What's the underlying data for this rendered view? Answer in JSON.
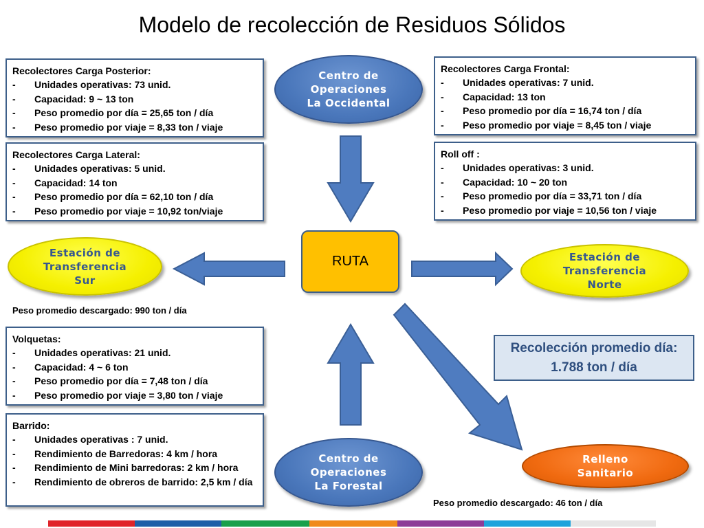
{
  "title": "Modelo de recolección de Residuos Sólidos",
  "boxes": {
    "carga_posterior": {
      "heading": "Recolectores Carga Posterior:",
      "items": [
        "Unidades operativas:  73 unid.",
        "Capacidad: 9 ~ 13 ton",
        "Peso promedio por día = 25,65 ton / día",
        "Peso promedio por viaje =  8,33 ton / viaje"
      ]
    },
    "carga_lateral": {
      "heading": "Recolectores Carga  Lateral:",
      "items": [
        "Unidades operativas:  5 unid.",
        "Capacidad: 14 ton",
        "Peso promedio por día = 62,10 ton / día",
        "Peso promedio por viaje =  10,92 ton/viaje"
      ]
    },
    "carga_frontal": {
      "heading": "Recolectores Carga  Frontal:",
      "items": [
        "Unidades operativas:  7 unid.",
        "Capacidad:  13 ton",
        "Peso promedio por día = 16,74 ton / día",
        "Peso promedio por viaje =  8,45 ton / viaje"
      ]
    },
    "roll_off": {
      "heading": "Roll off :",
      "items": [
        "Unidades operativas:  3 unid.",
        "Capacidad:  10 ~ 20 ton",
        "Peso promedio por día = 33,71 ton / día",
        "Peso promedio por viaje =  10,56 ton / viaje"
      ]
    },
    "volquetas": {
      "heading": "Volquetas:",
      "items": [
        "Unidades operativas:  21 unid.",
        "Capacidad:  4 ~ 6 ton",
        "Peso promedio por día = 7,48 ton / día",
        "Peso promedio por viaje =  3,80 ton / viaje"
      ]
    },
    "barrido": {
      "heading": "Barrido:",
      "items": [
        "Unidades operativas :  7 unid.",
        "Rendimiento de Barredoras: 4 km / hora",
        "Rendimiento de Mini barredoras: 2 km / hora",
        "Rendimiento de obreros de barrido:  2,5 km / día"
      ]
    }
  },
  "nodes": {
    "centro_occidental": "Centro de\nOperaciones\nLa Occidental",
    "centro_forestal": "Centro de\nOperaciones\nLa Forestal",
    "estacion_sur": "Estación de\nTransferencia\nSur",
    "estacion_norte": "Estación de\nTransferencia\nNorte",
    "relleno": "Relleno\nSanitario",
    "ruta": "RUTA"
  },
  "notes": {
    "sur": "Peso promedio descargado: 990 ton / día",
    "relleno": "Peso promedio descargado: 46 ton / día"
  },
  "summary": {
    "line1": "Recolección promedio día:",
    "line2": "1.788 ton / día"
  },
  "colors": {
    "arrow": "#4f7cc0",
    "arrow_border": "#3a5f96",
    "bar": [
      "#e0242a",
      "#1f5fa8",
      "#19a04b",
      "#f08a1c",
      "#8e3c97",
      "#1fa3dc",
      "#e6e6e6"
    ]
  }
}
